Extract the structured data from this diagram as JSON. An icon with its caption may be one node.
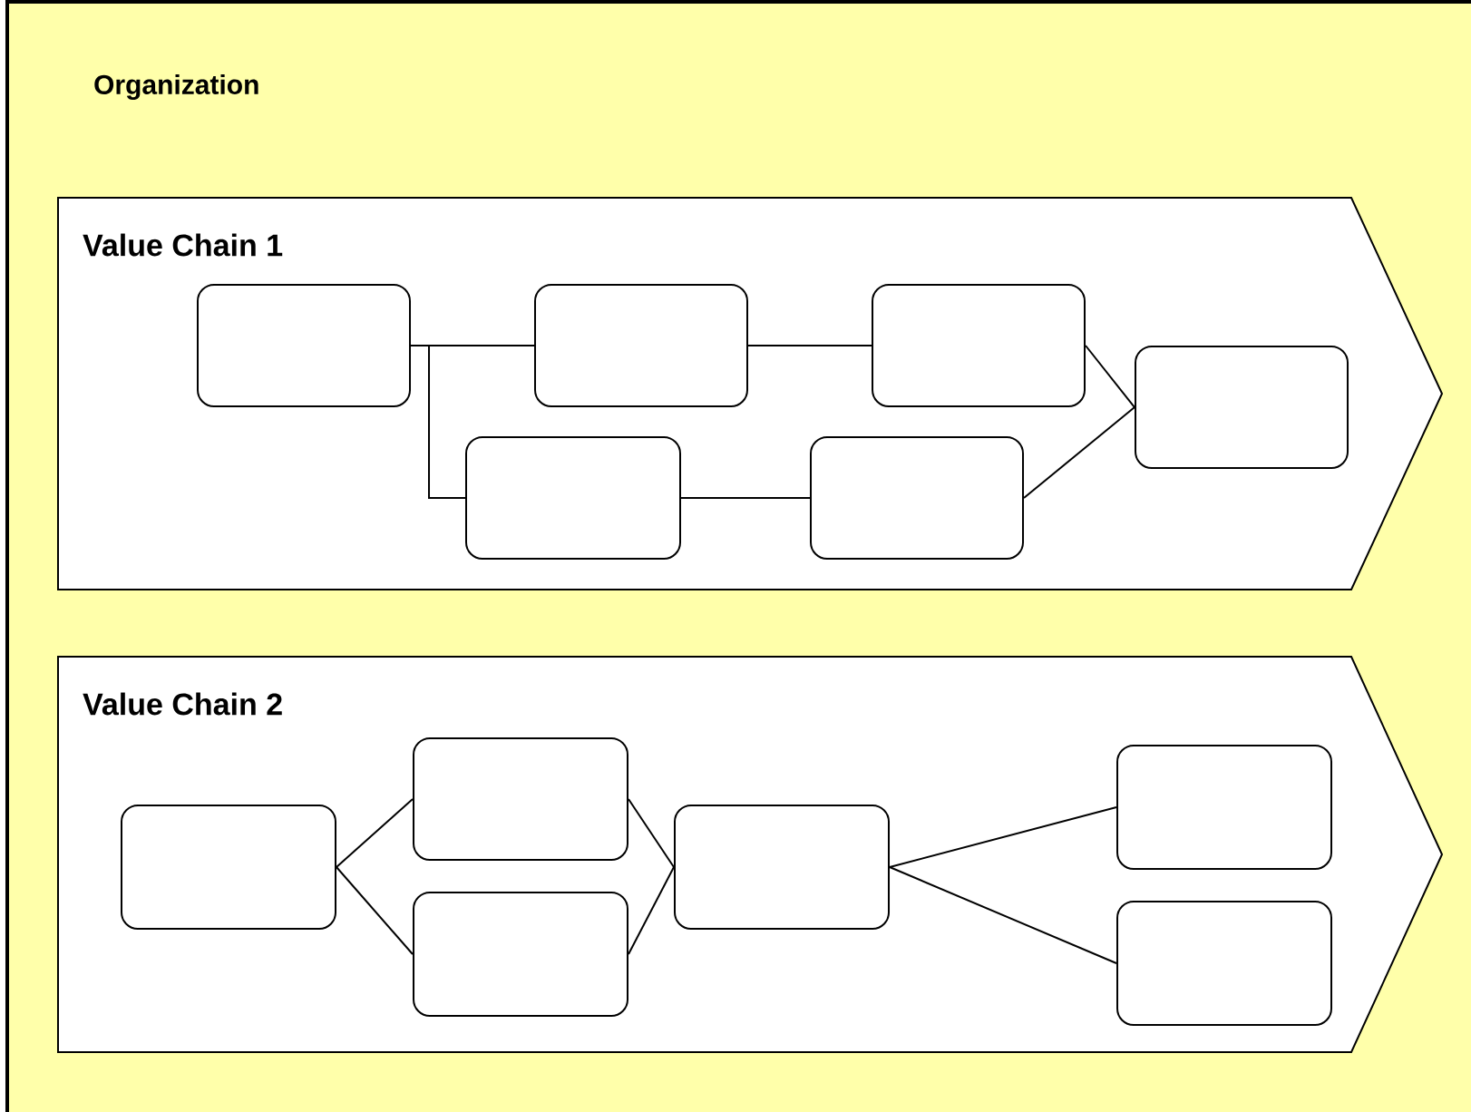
{
  "diagram": {
    "nodes": [
      {
        "text": [
          "Organization"
        ]
      },
      {
        "text": [
          "Value Chain 1"
        ],
        "in": 0
      },
      {
        "text": [],
        "shape": "box",
        "in": 1
      },
      {
        "text": [],
        "shape": "box",
        "in": 1
      },
      {
        "text": [],
        "shape": "box",
        "in": 1
      },
      {
        "text": [],
        "shape": "box",
        "in": 1
      },
      {
        "text": [],
        "shape": "box",
        "in": 1
      },
      {
        "text": [],
        "shape": "box",
        "in": 1
      },
      {
        "text": [
          "Value Chain 2"
        ],
        "in": 0
      },
      {
        "text": [],
        "shape": "box",
        "in": 8
      },
      {
        "text": [],
        "shape": "box",
        "in": 8
      },
      {
        "text": [],
        "shape": "box",
        "in": 8
      },
      {
        "text": [],
        "shape": "box",
        "in": 8
      },
      {
        "text": [],
        "shape": "box",
        "in": 8
      },
      {
        "text": [],
        "shape": "box",
        "in": 8
      }
    ],
    "edges": [
      {
        "from": 2,
        "to": 4,
        "arrow": "none"
      },
      {
        "from": 2,
        "to": 3,
        "arrow": "none"
      },
      {
        "from": 4,
        "to": 6,
        "arrow": "none"
      },
      {
        "from": 3,
        "to": 5,
        "arrow": "none"
      },
      {
        "from": 6,
        "to": 7,
        "arrow": "none"
      },
      {
        "from": 5,
        "to": 7,
        "arrow": "none"
      },
      {
        "from": 9,
        "to": 10,
        "arrow": "none"
      },
      {
        "from": 9,
        "to": 11,
        "arrow": "none"
      },
      {
        "from": 10,
        "to": 12,
        "arrow": "none"
      },
      {
        "from": 11,
        "to": 12,
        "arrow": "none"
      },
      {
        "from": 12,
        "to": 13,
        "arrow": "none"
      },
      {
        "from": 12,
        "to": 14,
        "arrow": "none"
      }
    ]
  }
}
